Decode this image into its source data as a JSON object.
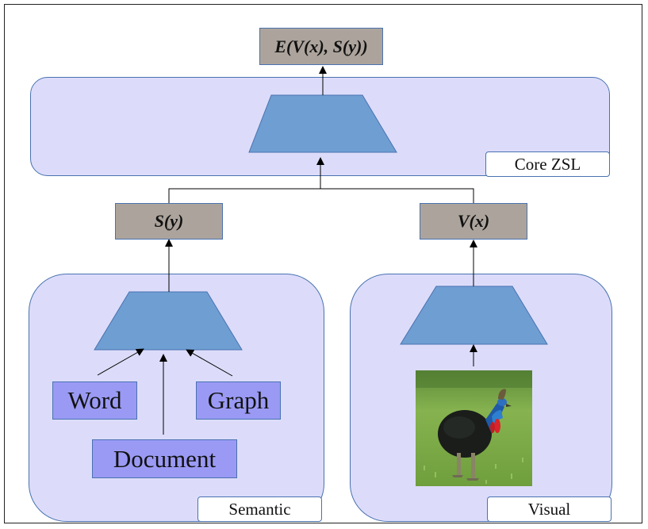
{
  "outputs": {
    "energy": "E(V(x), S(y))",
    "semantic": "S(y)",
    "visual": "V(x)"
  },
  "regions": {
    "core": "Core ZSL",
    "semantic": "Semantic",
    "visual": "Visual"
  },
  "sources": {
    "word": "Word",
    "graph": "Graph",
    "document": "Document"
  },
  "colors": {
    "region_fill": "#dcdcfa",
    "region_border": "#4a72b0",
    "network_fill": "#6f9fd2",
    "output_box_fill": "#aca49c",
    "source_box_fill": "#9a9af5"
  },
  "image": {
    "subject": "cassowary-photo"
  }
}
